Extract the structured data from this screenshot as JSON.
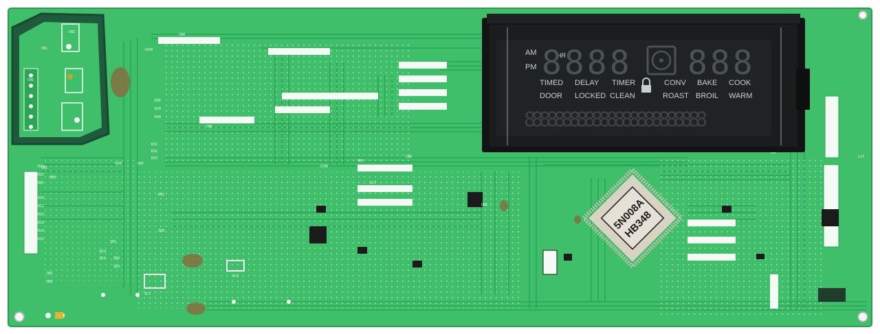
{
  "board": {
    "colors": {
      "pcb": "#3fbf6a",
      "trace": "#2aa656",
      "vfd_glass": "#1a1c1d",
      "segment_off": "#4a4e4f",
      "segment_text": "#c9cfcc"
    }
  },
  "display": {
    "am_label": "AM",
    "pm_label": "PM",
    "hr_label": "HR",
    "clock_digits": "8888",
    "right_digits": "888",
    "indicators_row1": [
      "TIMED",
      "DELAY",
      "TIMER",
      "CONV",
      "BAKE",
      "COOK"
    ],
    "indicators_row2": [
      "DOOR",
      "LOCKED",
      "CLEAN",
      "ROAST",
      "BROIL",
      "WARM"
    ],
    "text_digits": "888888888888888888888888",
    "icons": [
      "fan-icon",
      "lock-icon"
    ]
  },
  "mcu": {
    "marking_line1": "5N008A",
    "marking_line2": "HB348"
  },
  "silkscreen": [
    "CN1",
    "CN2",
    "CN3",
    "CN4",
    "CN5",
    "CN6",
    "CN7",
    "VR1",
    "IC1",
    "IC2",
    "IC7",
    "U06",
    "R20",
    "R29",
    "R30",
    "R31",
    "R32",
    "R33",
    "R35",
    "R41",
    "R13",
    "R14",
    "ZD1",
    "ZD2",
    "ZD3",
    "ZD4",
    "Q01",
    "Q02",
    "D20",
    "D21",
    "D81",
    "D10",
    "D11",
    "D12",
    "D13",
    "D14",
    "D15",
    "J108",
    "J109",
    "L17",
    "TR1"
  ]
}
